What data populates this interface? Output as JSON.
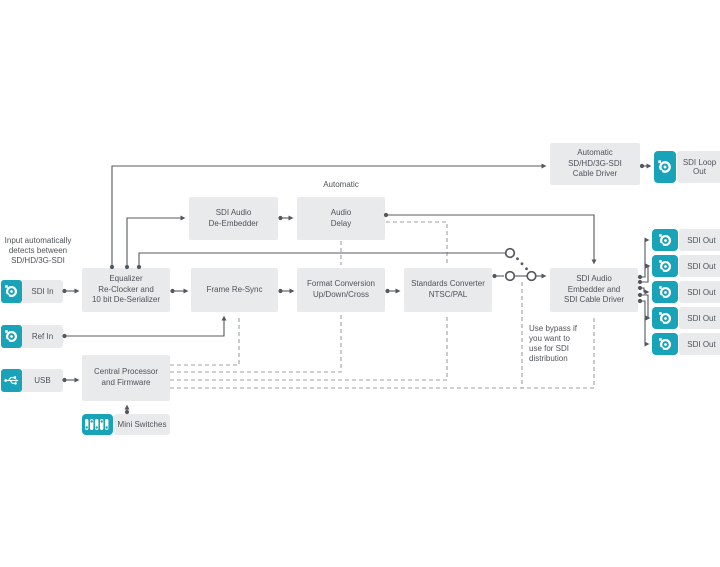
{
  "diagram": {
    "annotations": {
      "input_note": "Input automatically\ndetects between\nSD/HD/3G-SDI",
      "automatic_label": "Automatic",
      "bypass_note": "Use bypass if\nyou want to\nuse for SDI\ndistribution"
    },
    "blocks": {
      "equalizer": "Equalizer\nRe-Clocker and\n10 bit De-Serializer",
      "frame_resync": "Frame Re-Sync",
      "format_conversion": "Format Conversion\nUp/Down/Cross",
      "standards_converter": "Standards Converter\nNTSC/PAL",
      "sdi_embedder": "SDI Audio\nEmbedder and\nSDI Cable Driver",
      "sdi_deembedder": "SDI Audio\nDe-Embedder",
      "audio_delay": "Audio\nDelay",
      "cable_driver": "Automatic\nSD/HD/3G-SDI\nCable Driver",
      "central_processor": "Central Processor\nand Firmware",
      "mini_switches_label": "Mini Switches"
    },
    "ports": {
      "inputs": [
        {
          "label": "SDI In",
          "icon": "bnc"
        },
        {
          "label": "Ref In",
          "icon": "bnc"
        },
        {
          "label": "USB",
          "icon": "usb"
        }
      ],
      "loop_out": "SDI Loop\nOut",
      "outputs": [
        "SDI Out",
        "SDI Out",
        "SDI Out",
        "SDI Out",
        "SDI Out"
      ]
    },
    "colors": {
      "teal": "#19A3B8",
      "block_fill": "#E9EAEC",
      "line": "#54585E",
      "dashed_line": "#9CA1A6",
      "text": "#4E535A"
    }
  }
}
